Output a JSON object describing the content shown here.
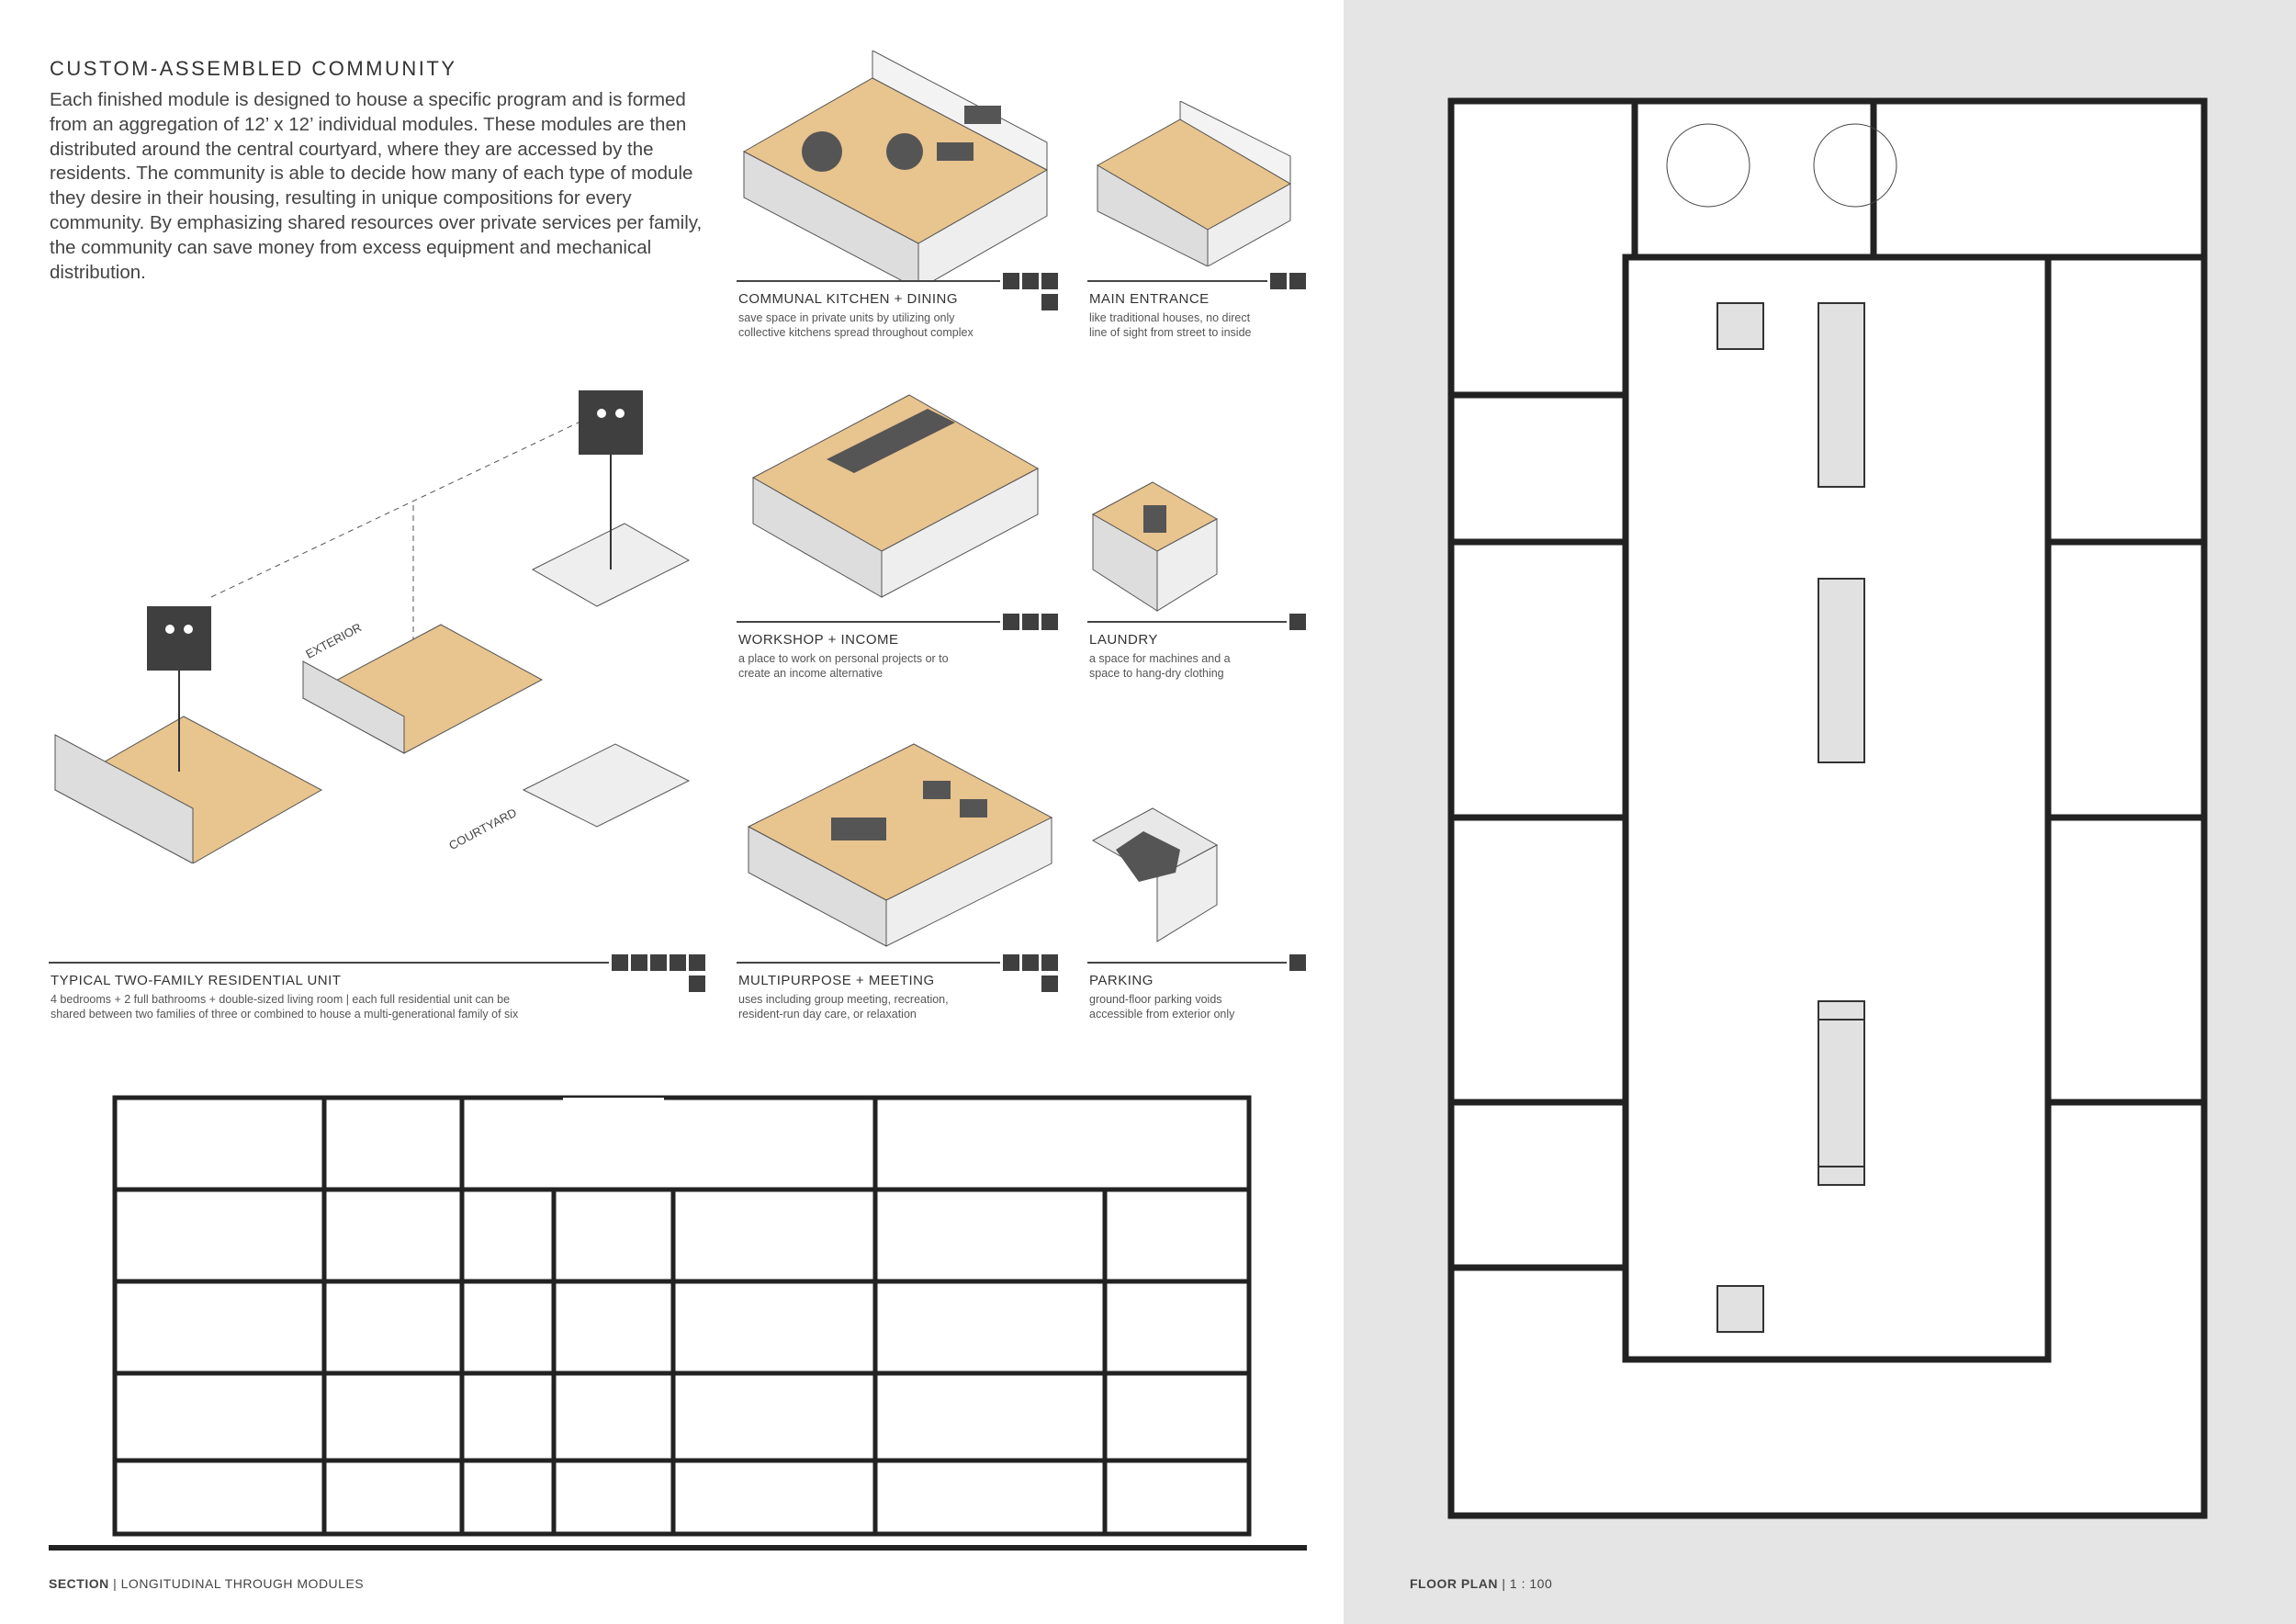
{
  "heading": "CUSTOM-ASSEMBLED COMMUNITY",
  "intro": "Each finished module is designed to house a specific program and is formed from an aggregation of 12’ x 12’ individual modules. These modules are then distributed around the central courtyard, where they are accessed by the residents. The community is able to decide how many of each type of module they desire in their housing, resulting in unique compositions for every community. By emphasizing shared resources over private services per family, the community can save money from excess equipment and mechanical distribution.",
  "modules": [
    {
      "title": "COMMUNAL KITCHEN + DINING",
      "desc1": "save space in private units by utilizing only",
      "desc2": "collective kitchens spread throughout complex",
      "row1": 3,
      "row2": 1
    },
    {
      "title": "MAIN ENTRANCE",
      "desc1": "like traditional houses, no direct",
      "desc2": "line of sight from street to inside",
      "row1": 2,
      "row2": 0
    },
    {
      "title": "WORKSHOP + INCOME",
      "desc1": "a place to work on personal projects or to",
      "desc2": "create an income alternative",
      "row1": 3,
      "row2": 0
    },
    {
      "title": "LAUNDRY",
      "desc1": "a space for machines and a",
      "desc2": "space to hang-dry clothing",
      "row1": 1,
      "row2": 0
    },
    {
      "title": "TYPICAL TWO-FAMILY RESIDENTIAL UNIT",
      "desc1": "4 bedrooms + 2 full bathrooms + double-sized living room | each full residential unit can be",
      "desc2": "shared between two families of three or combined to house a multi-generational family of six",
      "row1": 5,
      "row2": 1
    },
    {
      "title": "MULTIPURPOSE + MEETING",
      "desc1": "uses including group meeting, recreation,",
      "desc2": "resident-run day care, or relaxation",
      "row1": 3,
      "row2": 1
    },
    {
      "title": "PARKING",
      "desc1": "ground-floor parking voids",
      "desc2": "accessible from exterior only",
      "row1": 1,
      "row2": 0
    }
  ],
  "axon_labels": {
    "exterior": "EXTERIOR",
    "courtyard": "COURTYARD"
  },
  "section_caption": {
    "bold": "SECTION",
    "rest": " | LONGITUDINAL THROUGH MODULES"
  },
  "plan_caption": {
    "bold": "FLOOR PLAN",
    "rest": " | 1 : 100"
  },
  "colors": {
    "wood": "#e8c48e",
    "wall": "#d9d9dc",
    "dark": "#3f3f3f",
    "panel": "#e5e5e5"
  }
}
